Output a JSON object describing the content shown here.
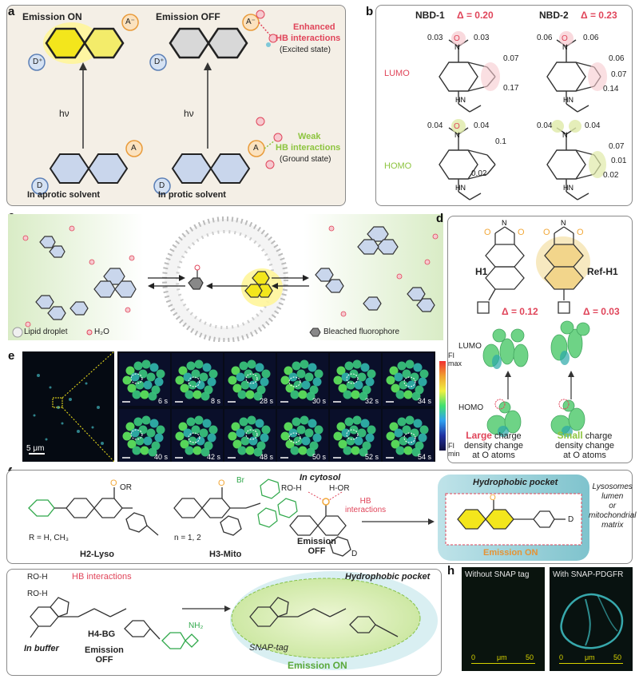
{
  "panels": {
    "a": {
      "letter": "a",
      "emission_on": "Emission ON",
      "emission_off": "Emission OFF",
      "enhanced_hb": "Enhanced",
      "enhanced_hb2": "HB interactions",
      "excited_state": "(Excited state)",
      "weak_hb": "Weak",
      "weak_hb2": "HB interactions",
      "ground_state": "(Ground state)",
      "hv": "hν",
      "aprotic": "In aprotic solvent",
      "protic": "In protic solvent",
      "A_minus": "A⁻",
      "D_plus": "D⁺",
      "A": "A",
      "D": "D"
    },
    "b": {
      "letter": "b",
      "nbd1": "NBD-1",
      "nbd1_delta": "Δ = 0.20",
      "nbd2": "NBD-2",
      "nbd2_delta": "Δ = 0.23",
      "lumo": "LUMO",
      "homo": "HOMO",
      "lumo1_vals": [
        "0.03",
        "0.03",
        "0.07",
        "0.17"
      ],
      "lumo2_vals": [
        "0.06",
        "0.06",
        "0.06",
        "0.07",
        "0.14"
      ],
      "homo1_vals": [
        "0.04",
        "0.04",
        "0.1",
        "0.02"
      ],
      "homo2_vals": [
        "0.04",
        "0.04",
        "0.07",
        "0.01",
        "0.02"
      ]
    },
    "c": {
      "letter": "c",
      "lipid_droplet": "Lipid droplet",
      "water": "H₂O",
      "bleached": "Bleached fluorophore"
    },
    "d": {
      "letter": "d",
      "h1": "H1",
      "ref_h1": "Ref-H1",
      "h1_delta": "Δ = 0.12",
      "ref_delta": "Δ = 0.03",
      "lumo": "LUMO",
      "homo": "HOMO",
      "large": "Large",
      "large_rest": " charge",
      "small": "Small",
      "small_rest": " charge",
      "density_line": "density change",
      "atoms_line": "at O atoms"
    },
    "e": {
      "letter": "e",
      "scale": "5 μm",
      "fl_max": "FI",
      "fl_max2": "max",
      "fl_min": "FI",
      "fl_min2": "min",
      "times_top": [
        "6 s",
        "8 s",
        "28 s",
        "30 s",
        "32 s",
        "34 s"
      ],
      "times_bottom": [
        "40 s",
        "42 s",
        "48 s",
        "50 s",
        "52 s",
        "54 s"
      ]
    },
    "f": {
      "letter": "f",
      "r_def": "R = H, CH₃",
      "h2": "H2-Lyso",
      "n_def": "n = 1, 2",
      "h3": "H3-Mito",
      "in_cytosol": "In cytosol",
      "hb_int": "HB",
      "hb_int2": "interactions",
      "emission_off": "Emission",
      "emission_off2": "OFF",
      "hydrophobic": "Hydrophobic pocket",
      "emission_on": "Emission ON",
      "lyso1": "Lysosomes",
      "lyso2": "lumen",
      "lyso3": "or",
      "lyso4": "mitochondrial",
      "lyso5": "matrix",
      "ro_h": "RO-H",
      "h_or": "H-OR",
      "or": "OR",
      "br": "Br",
      "d": "D"
    },
    "g": {
      "letter": "g",
      "ro_h1": "RO-H",
      "ro_h2": "RO-H",
      "hb_int": "HB interactions",
      "in_buffer": "In buffer",
      "h4": "H4-BG",
      "emission": "Emission",
      "off": "OFF",
      "hydrophobic": "Hydrophobic pocket",
      "snap": "SNAP-tag",
      "emission_on": "Emission ON",
      "nh2": "NH₂"
    },
    "h": {
      "letter": "h",
      "without": "Without SNAP tag",
      "with": "With SNAP-PDGFR",
      "scale_zero": "0",
      "scale_unit": "μm",
      "scale_max": "50"
    }
  },
  "colors": {
    "yellow": "#f3e61c",
    "red_label": "#e0455a",
    "green_label": "#8dc43f",
    "blue_ring": "#c9d6ec",
    "orange_O": "#f2a93b",
    "teal": "#48b7c2"
  }
}
